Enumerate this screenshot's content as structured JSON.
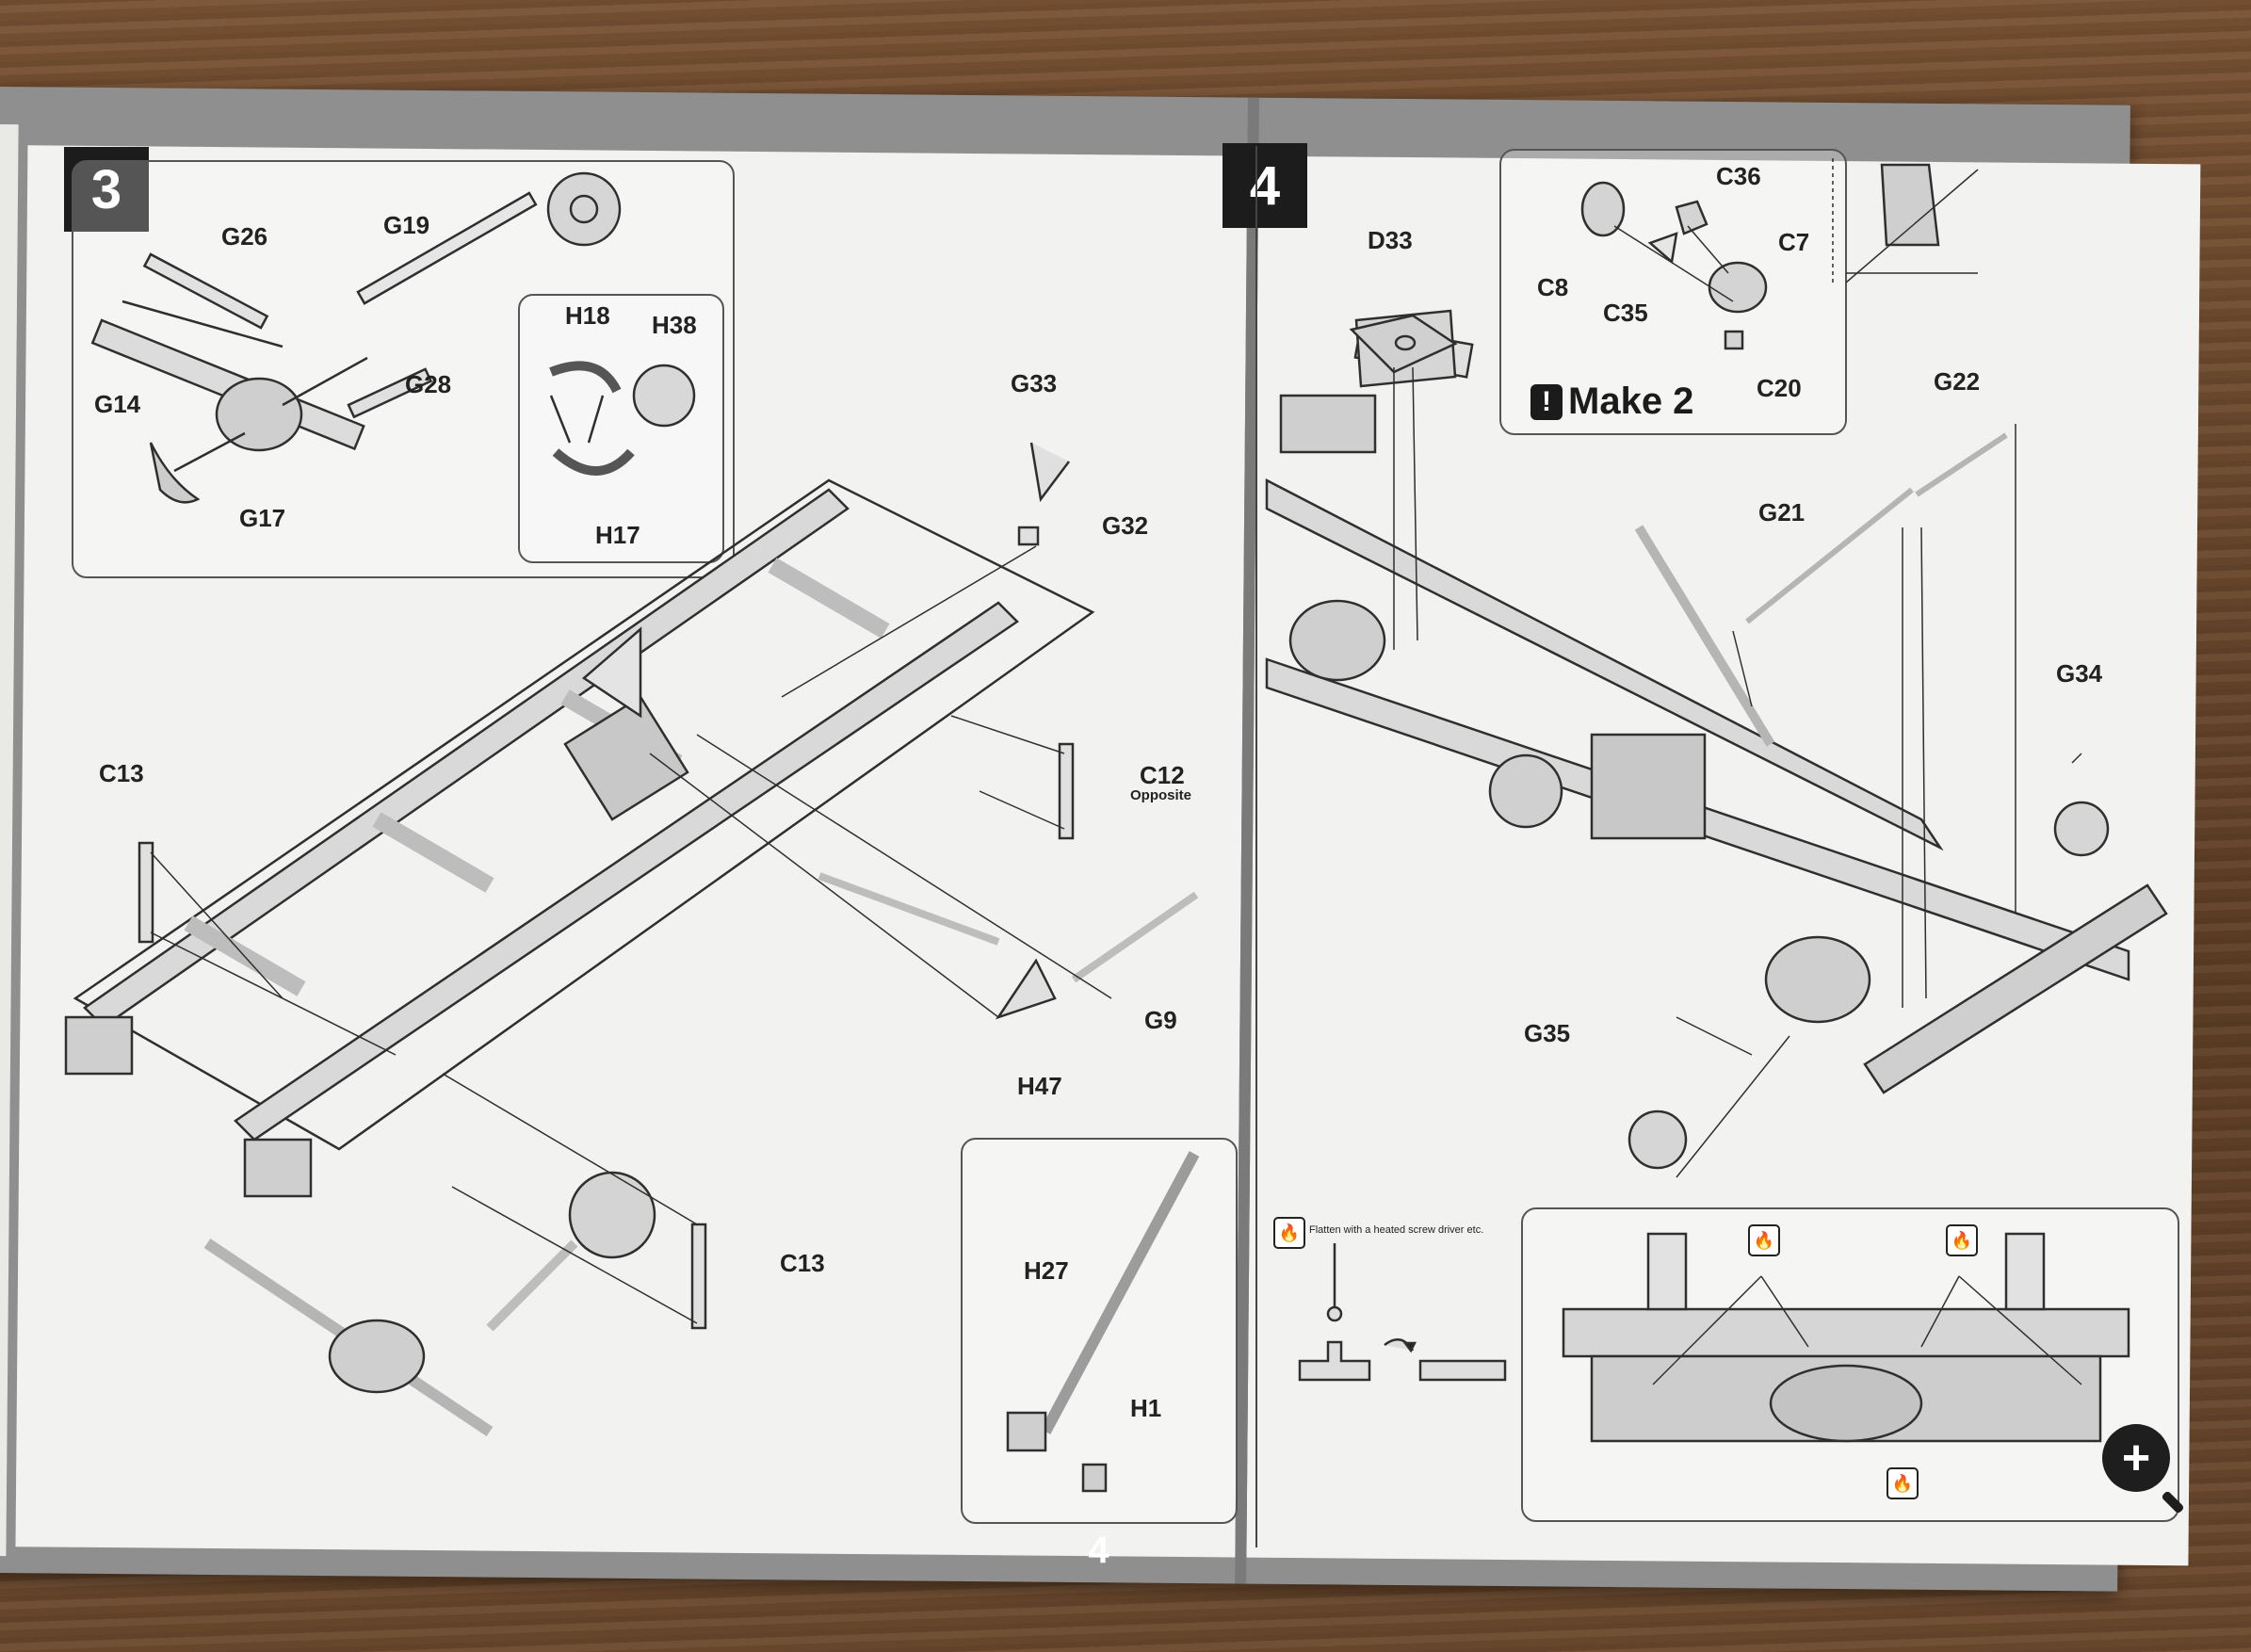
{
  "page_number": "4",
  "steps": [
    {
      "number": "3"
    },
    {
      "number": "4"
    }
  ],
  "step3_labels": {
    "g26": "G26",
    "g19": "G19",
    "g14": "G14",
    "g17": "G17",
    "g28": "G28",
    "h18": "H18",
    "h38": "H38",
    "h17": "H17",
    "g33": "G33",
    "g32": "G32",
    "c13_top": "C13",
    "c12": "C12",
    "c12_note": "Opposite",
    "g9": "G9",
    "h47": "H47",
    "c13_bottom": "C13",
    "h27": "H27",
    "h1": "H1"
  },
  "step4_labels": {
    "d33": "D33",
    "c36": "C36",
    "c8": "C8",
    "c7": "C7",
    "c35": "C35",
    "c20": "C20",
    "make2": "Make 2",
    "g22": "G22",
    "g21": "G21",
    "g34": "G34",
    "g35": "G35",
    "flatten_note": "Flatten with a heated screw driver etc."
  },
  "icons": [
    "warning-icon",
    "flame-icon",
    "zoom-in-icon"
  ]
}
